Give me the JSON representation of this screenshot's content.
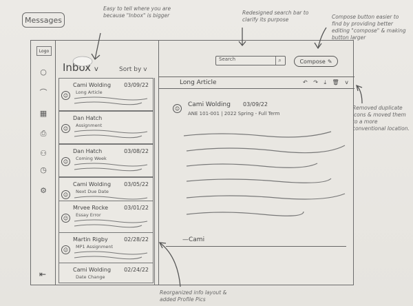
{
  "page": {
    "title": "Messages"
  },
  "sidebar": {
    "logo": "Logo",
    "items": [
      {
        "name": "nav-circle-icon",
        "glyph": "○"
      },
      {
        "name": "nav-cloud-icon",
        "glyph": "⌒"
      },
      {
        "name": "nav-calendar-icon",
        "glyph": "▦"
      },
      {
        "name": "nav-printer-icon",
        "glyph": "⎙"
      },
      {
        "name": "nav-group-icon",
        "glyph": "⚇"
      },
      {
        "name": "nav-clock-icon",
        "glyph": "◷"
      },
      {
        "name": "nav-settings-icon",
        "glyph": "⚙"
      }
    ],
    "collapse_glyph": "⇤"
  },
  "inbox": {
    "label": "Inbox",
    "chevron": "v",
    "sort_label": "Sort by v"
  },
  "search": {
    "placeholder": "Search",
    "icon": "⌕"
  },
  "compose": {
    "label": "Compose",
    "icon": "✎"
  },
  "messages": [
    {
      "name": "Cami Wolding",
      "date": "03/09/22",
      "subject": "Long Article"
    },
    {
      "name": "Dan Hatch",
      "date": "",
      "subject": "Assignment"
    },
    {
      "name": "Dan Hatch",
      "date": "03/08/22",
      "subject": "Coming Week"
    },
    {
      "name": "Cami Wolding",
      "date": "03/05/22",
      "subject": "Next Due Date"
    },
    {
      "name": "Mrvee Rocke",
      "date": "03/01/22",
      "subject": "Essay Error"
    },
    {
      "name": "Martin Rigby",
      "date": "02/28/22",
      "subject": "MP1 Assignment"
    },
    {
      "name": "Cami Wolding",
      "date": "02/24/22",
      "subject": "Date Change"
    }
  ],
  "reading": {
    "title": "Long Article",
    "icons": "↶ ↷ ⤓ 🗑 v",
    "sender": "Cami Wolding",
    "date": "03/09/22",
    "subline": "ANE 101-001 | 2022 Spring - Full Term",
    "signature": "—Cami"
  },
  "notes": {
    "n1": "Easy to tell where you are because \"Inbox\" is bigger",
    "n2": "Redesigned search bar to clarify its purpose",
    "n3": "Compose button easier to find by providing better editing \"compose\" & making button larger",
    "n4": "Removed duplicate icons & moved them to a more conventional location.",
    "n5": "Reorganized info layout & added Profile Pics"
  }
}
